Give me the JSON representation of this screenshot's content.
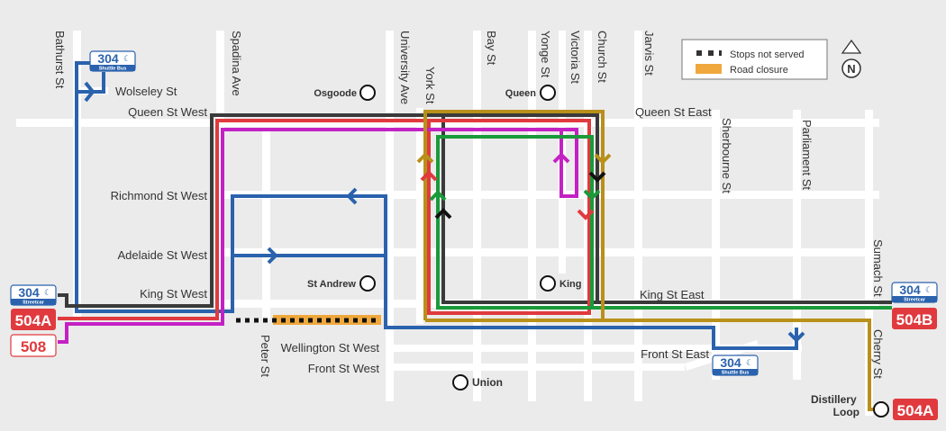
{
  "map_title": "504 King / 508 Lake Shore diversion map",
  "colors": {
    "background": "#ebebeb",
    "street": "#ffffff",
    "route_304": "#2a62ad",
    "route_504a": "#e03a3e",
    "route_504b": "#1a9a3a",
    "route_508": "#c421c4",
    "route_504a_east": "#b8901a",
    "route_king_black": "#3a3a3a",
    "road_closure": "#f0a83c",
    "badge_red": "#e03a3e"
  },
  "legend": {
    "stops_not_served": "Stops not served",
    "road_closure": "Road closure"
  },
  "north_arrow": {
    "label": "N"
  },
  "streets": {
    "vertical": [
      {
        "name": "Bathurst St"
      },
      {
        "name": "Spadina Ave"
      },
      {
        "name": "Peter St"
      },
      {
        "name": "University Ave"
      },
      {
        "name": "York St"
      },
      {
        "name": "Bay St"
      },
      {
        "name": "Yonge St"
      },
      {
        "name": "Victoria St"
      },
      {
        "name": "Church St"
      },
      {
        "name": "Jarvis St"
      },
      {
        "name": "Sherbourne St"
      },
      {
        "name": "Parliament St"
      },
      {
        "name": "Sumach St"
      },
      {
        "name": "Cherry St"
      }
    ],
    "horizontal": [
      {
        "name": "Wolseley St"
      },
      {
        "name": "Queen St West"
      },
      {
        "name": "Queen St East"
      },
      {
        "name": "Richmond St West"
      },
      {
        "name": "Adelaide St West"
      },
      {
        "name": "King St West"
      },
      {
        "name": "King St East"
      },
      {
        "name": "Wellington St West"
      },
      {
        "name": "Front St West"
      },
      {
        "name": "Front St East"
      }
    ]
  },
  "stations": [
    {
      "name": "Osgoode"
    },
    {
      "name": "Queen"
    },
    {
      "name": "St Andrew"
    },
    {
      "name": "King"
    },
    {
      "name": "Union"
    },
    {
      "name": "Distillery Loop"
    }
  ],
  "route_badges": [
    {
      "id": "304-shuttle-top",
      "route": "304",
      "sub": "Shuttle Bus",
      "night_icon": "moon-icon"
    },
    {
      "id": "304-streetcar-west",
      "route": "304",
      "sub": "Streetcar",
      "night_icon": "moon-icon"
    },
    {
      "id": "504a-west",
      "route": "504A"
    },
    {
      "id": "508-west",
      "route": "508"
    },
    {
      "id": "304-streetcar-east",
      "route": "304",
      "sub": "Streetcar",
      "night_icon": "moon-icon"
    },
    {
      "id": "504b-east",
      "route": "504B"
    },
    {
      "id": "304-shuttle-east",
      "route": "304",
      "sub": "Shuttle Bus",
      "night_icon": "moon-icon"
    },
    {
      "id": "504a-east",
      "route": "504A"
    }
  ]
}
